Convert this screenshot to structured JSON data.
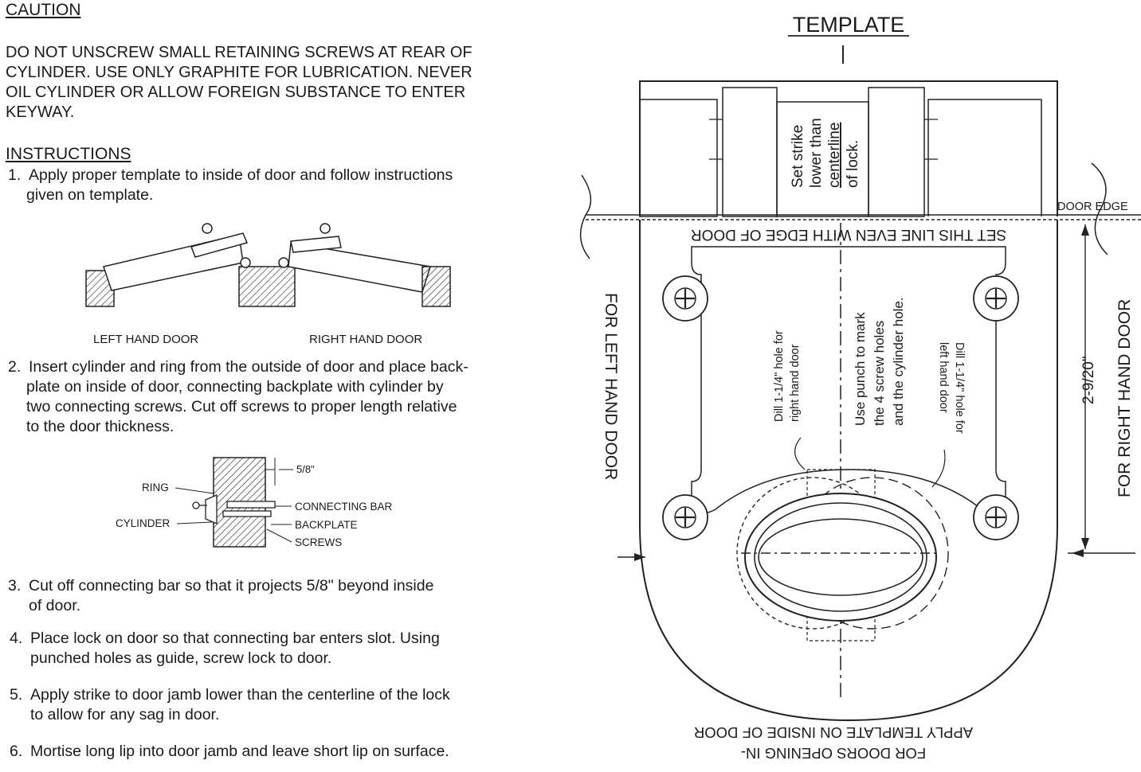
{
  "caution": {
    "heading": "CAUTION",
    "lines": [
      "DO NOT UNSCREW SMALL RETAINING SCREWS AT REAR OF",
      "CYLINDER. USE ONLY GRAPHITE FOR LUBRICATION. NEVER",
      "OIL CYLINDER OR ALLOW FOREIGN SUBSTANCE TO ENTER",
      "KEYWAY."
    ]
  },
  "instructions": {
    "heading": "INSTRUCTIONS",
    "steps": [
      {
        "num": "1.",
        "lines": [
          "Apply proper template to inside of door and follow instructions",
          "given on template."
        ]
      },
      {
        "num": "2.",
        "lines": [
          "Insert cylinder and ring from the outside of door and place back-",
          "plate on inside of door, connecting backplate with cylinder by",
          "two connecting screws. Cut off screws to proper length relative",
          "to the door thickness."
        ]
      },
      {
        "num": "3.",
        "lines": [
          "Cut off connecting bar so that it projects 5/8\" beyond inside",
          "of door."
        ]
      },
      {
        "num": "4.",
        "lines": [
          "Place lock on door so that connecting bar enters slot. Using",
          "punched holes as guide, screw lock to door."
        ]
      },
      {
        "num": "5.",
        "lines": [
          "Apply strike to door jamb lower than the centerline of the lock",
          "to allow for any sag in door."
        ]
      },
      {
        "num": "6.",
        "lines": [
          "Mortise long lip into door jamb and leave short lip on surface."
        ]
      }
    ]
  },
  "door_figure": {
    "left_label": "LEFT HAND DOOR",
    "right_label": "RIGHT HAND DOOR"
  },
  "cylinder_figure": {
    "dim": "5/8\"",
    "ring": "RING",
    "cylinder": "CYLINDER",
    "connecting_bar": "CONNECTING BAR",
    "backplate": "BACKPLATE",
    "screws": "SCREWS"
  },
  "template": {
    "title": "TEMPLATE",
    "strike_note": [
      "Set strike",
      "lower than",
      "centerline",
      "of lock."
    ],
    "door_edge": "DOOR EDGE",
    "set_line": "SET THIS LINE EVEN WITH EDGE OF DOOR",
    "for_left": "FOR LEFT HAND DOOR",
    "for_right": "FOR RIGHT HAND DOOR",
    "dimension": "2-9/20\"",
    "drill_right": [
      "Dill 1-1/4\" hole for",
      "right hand door"
    ],
    "punch_note": [
      "Use punch to mark",
      "the 4 screw holes",
      "and the cylinder hole."
    ],
    "drill_left": [
      "Dill 1-1/4\" hole for",
      "left hand door"
    ],
    "apply_line1": "APPLY TEMPLATE ON INSIDE OF DOOR",
    "apply_line2": "FOR DOORS OPENING IN-"
  }
}
